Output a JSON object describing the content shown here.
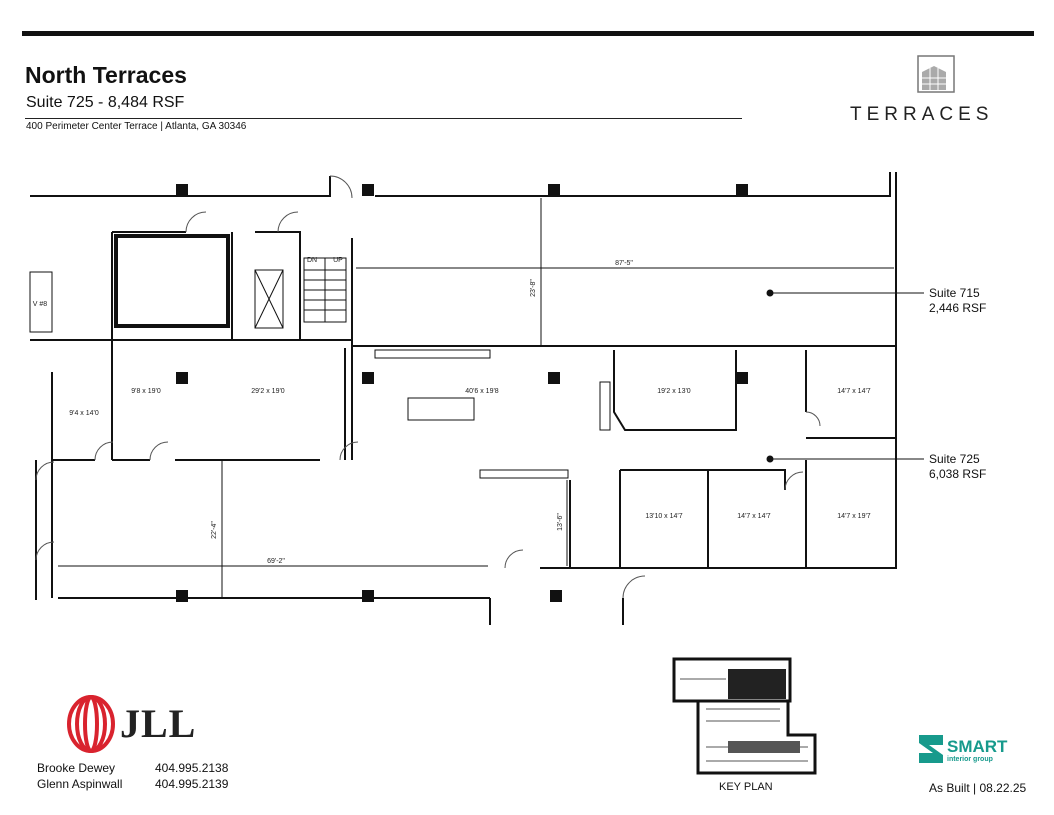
{
  "header": {
    "title": "North Terraces",
    "subtitle": "Suite 725 - 8,484 RSF",
    "address": "400 Perimeter Center Terrace | Atlanta, GA 30346",
    "brand": "TERRACES"
  },
  "plan": {
    "dimensions": {
      "overall_upper": "87'-5\"",
      "overall_lower": "69'-2\"",
      "upper_depth": "23'-8\"",
      "lower_depth": "22'-4\"",
      "corridor": "13'-6\""
    },
    "rooms": {
      "r1": "9'4 x 14'0",
      "r2": "9'8 x 19'0",
      "r3": "29'2 x 19'0",
      "r4": "40'6 x 19'8",
      "r5": "19'2 x 13'0",
      "r6": "14'7 x 14'7",
      "r7": "13'10 x 14'7",
      "r8": "14'7 x 14'7",
      "r9": "14'7 x 19'7"
    },
    "stair_labels": {
      "down": "DN",
      "up": "UP"
    },
    "elevator_label": "V #8",
    "callouts": [
      {
        "name": "Suite 715",
        "area": "2,446 RSF"
      },
      {
        "name": "Suite 725",
        "area": "6,038 RSF"
      }
    ]
  },
  "footer": {
    "broker_logo": "JLL",
    "contacts": [
      {
        "name": "Brooke Dewey",
        "phone": "404.995.2138"
      },
      {
        "name": "Glenn Aspinwall",
        "phone": "404.995.2139"
      }
    ],
    "key_plan_label": "KEY PLAN",
    "designer_logo": "SMART interior group",
    "as_built": "As Built | 08.22.25"
  },
  "colors": {
    "jll_red": "#d9232e",
    "smart_teal": "#179a8c",
    "wall": "#111111"
  }
}
